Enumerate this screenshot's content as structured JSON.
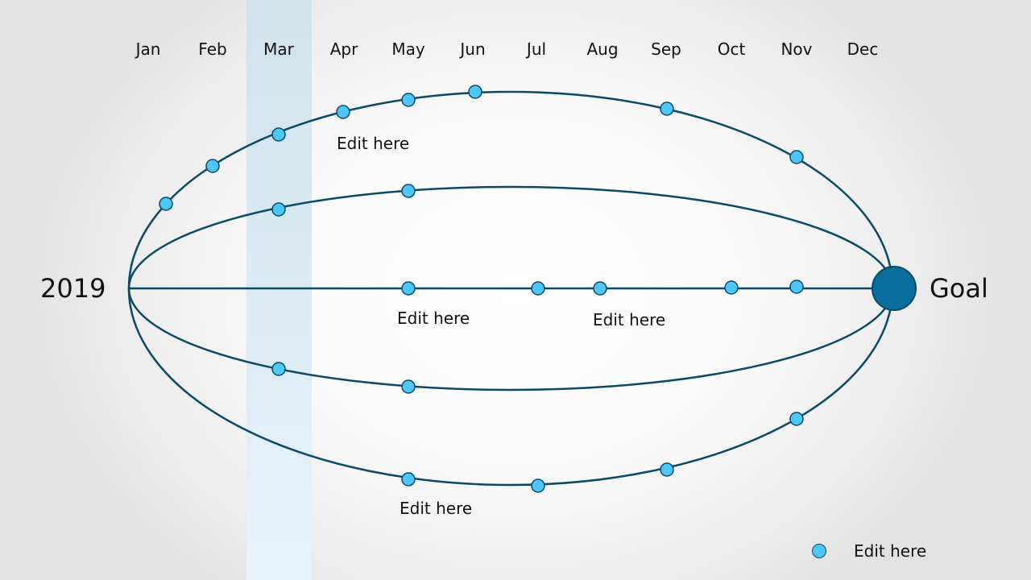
{
  "months": [
    "Jan",
    "Feb",
    "Mar",
    "Apr",
    "May",
    "Jun",
    "Jul",
    "Aug",
    "Sep",
    "Oct",
    "Nov",
    "Dec"
  ],
  "start_label": "2019",
  "goal_label": "Goal",
  "highlighted_month": "Mar",
  "notes": {
    "top": "Edit here",
    "middle_left": "Edit here",
    "middle_right": "Edit here",
    "bottom": "Edit here"
  },
  "legend": {
    "label": "Edit here"
  },
  "colors": {
    "line": "#0a4a66",
    "milestone_fill": "#4ec6f7",
    "goal_fill": "#0a6e9c",
    "highlight_band": "#d6e8f2"
  }
}
